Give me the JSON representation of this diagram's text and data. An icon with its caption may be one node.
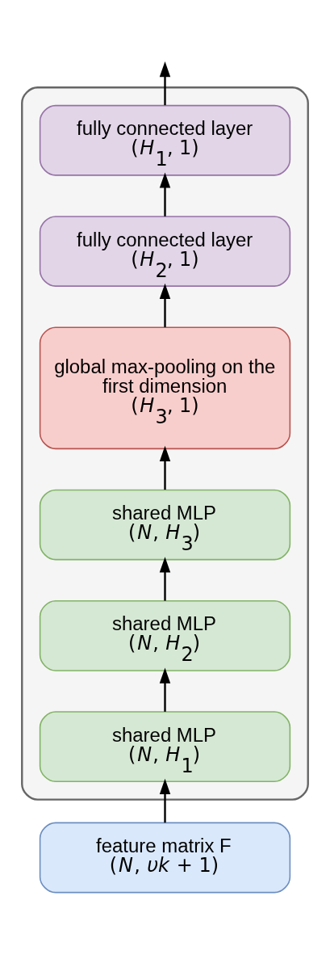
{
  "diagram": {
    "nodes": [
      {
        "text": [],
        "shape": "box"
      },
      {
        "text": [
          "fully connected layer",
          "(*H*$_{1}$, 1)"
        ],
        "in": 0
      },
      {
        "text": [
          "fully connected layer",
          "(*H*$_{2}$, 1)"
        ],
        "in": 0
      },
      {
        "text": [
          "global max-pooling on the first dimension",
          "(*H*$_{3}$, 1)"
        ],
        "in": 0
      },
      {
        "text": [
          "shared MLP",
          "(*N*, *H*$_{3}$)"
        ],
        "in": 0
      },
      {
        "text": [
          "shared MLP",
          "(*N*, *H*$_{2}$)"
        ],
        "in": 0
      },
      {
        "text": [
          "shared MLP",
          "(*N*, *H*$_{1}$)"
        ],
        "in": 0
      },
      {
        "text": [
          "feature matrix F",
          "(*N*, *υk* + 1)"
        ]
      }
    ],
    "edges": [
      {
        "from": 7,
        "to": 6,
        "arrow": "to"
      },
      {
        "from": 6,
        "to": 5,
        "arrow": "to"
      },
      {
        "from": 5,
        "to": 4,
        "arrow": "to"
      },
      {
        "from": 4,
        "to": 3,
        "arrow": "to"
      },
      {
        "from": 3,
        "to": 2,
        "arrow": "to"
      },
      {
        "from": 2,
        "to": 1,
        "arrow": "to"
      },
      {
        "from": 1,
        "to": null,
        "arrow": "to"
      }
    ]
  }
}
